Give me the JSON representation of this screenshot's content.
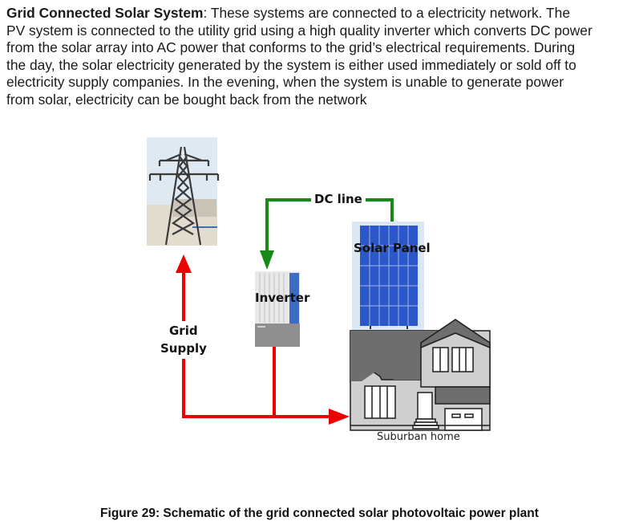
{
  "paragraph": {
    "heading": "Grid Connected Solar System",
    "lines": [
      ": These systems are connected to a electricity network. The",
      "PV system is connected to the utility grid using a high quality inverter which converts DC power",
      "from the solar array into AC power that conforms to the grid’s electrical requirements. During",
      "the day, the solar electricity generated by the system is either used immediately or sold off to",
      "electricity supply companies. In the evening, when the system is unable to generate power",
      "from solar, electricity can be bought back from the network"
    ]
  },
  "diagram": {
    "labels": {
      "dc_line": "DC line",
      "solar_panel": "Solar Panel",
      "inverter": "Inverter",
      "grid_supply_1": "Grid",
      "grid_supply_2": "Supply",
      "home": "Suburban home"
    },
    "colors": {
      "dc_line": "#168a16",
      "ac_line": "#ee0000",
      "panel": "#2b57c8",
      "house_roof": "#6e6e6e",
      "house_wall": "#cfcfcf"
    }
  },
  "caption": "Figure 29: Schematic of the grid connected solar photovoltaic power plant"
}
